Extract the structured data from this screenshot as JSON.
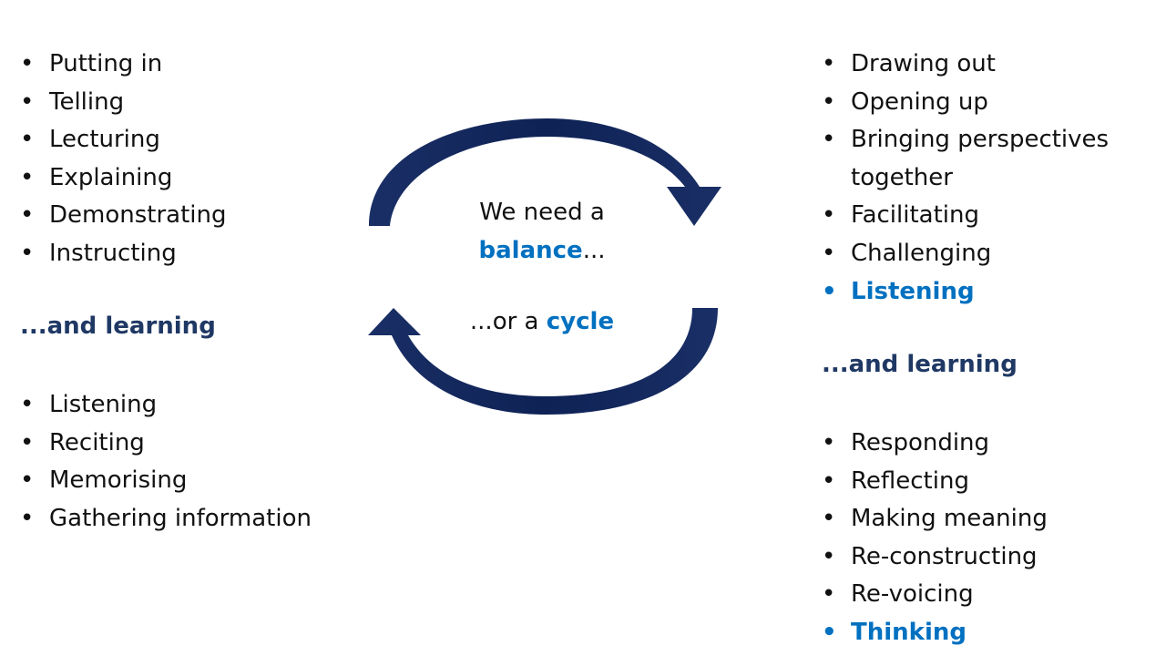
{
  "left": {
    "teaching_items": [
      "Putting in",
      "Telling",
      "Lecturing",
      "Explaining",
      "Demonstrating",
      "Instructing"
    ],
    "learning_heading": "...and learning",
    "learning_items": [
      "Listening",
      "Reciting",
      "Memorising",
      "Gathering information"
    ]
  },
  "center": {
    "line1": "We need a",
    "balance": "balance",
    "balance_suffix": "...",
    "cycle_prefix": "...or a ",
    "cycle": "cycle"
  },
  "right": {
    "teaching_items": [
      "Drawing out",
      "Opening up",
      "Bringing perspectives",
      "together",
      "Facilitating",
      "Challenging",
      "Listening"
    ],
    "learning_heading": "...and learning",
    "learning_items": [
      "Responding",
      "Reflecting",
      "Making meaning",
      "Re-constructing",
      "Re-voicing",
      "Thinking"
    ]
  },
  "colors": {
    "navy": "#1f3864",
    "accent": "#0070c0"
  }
}
